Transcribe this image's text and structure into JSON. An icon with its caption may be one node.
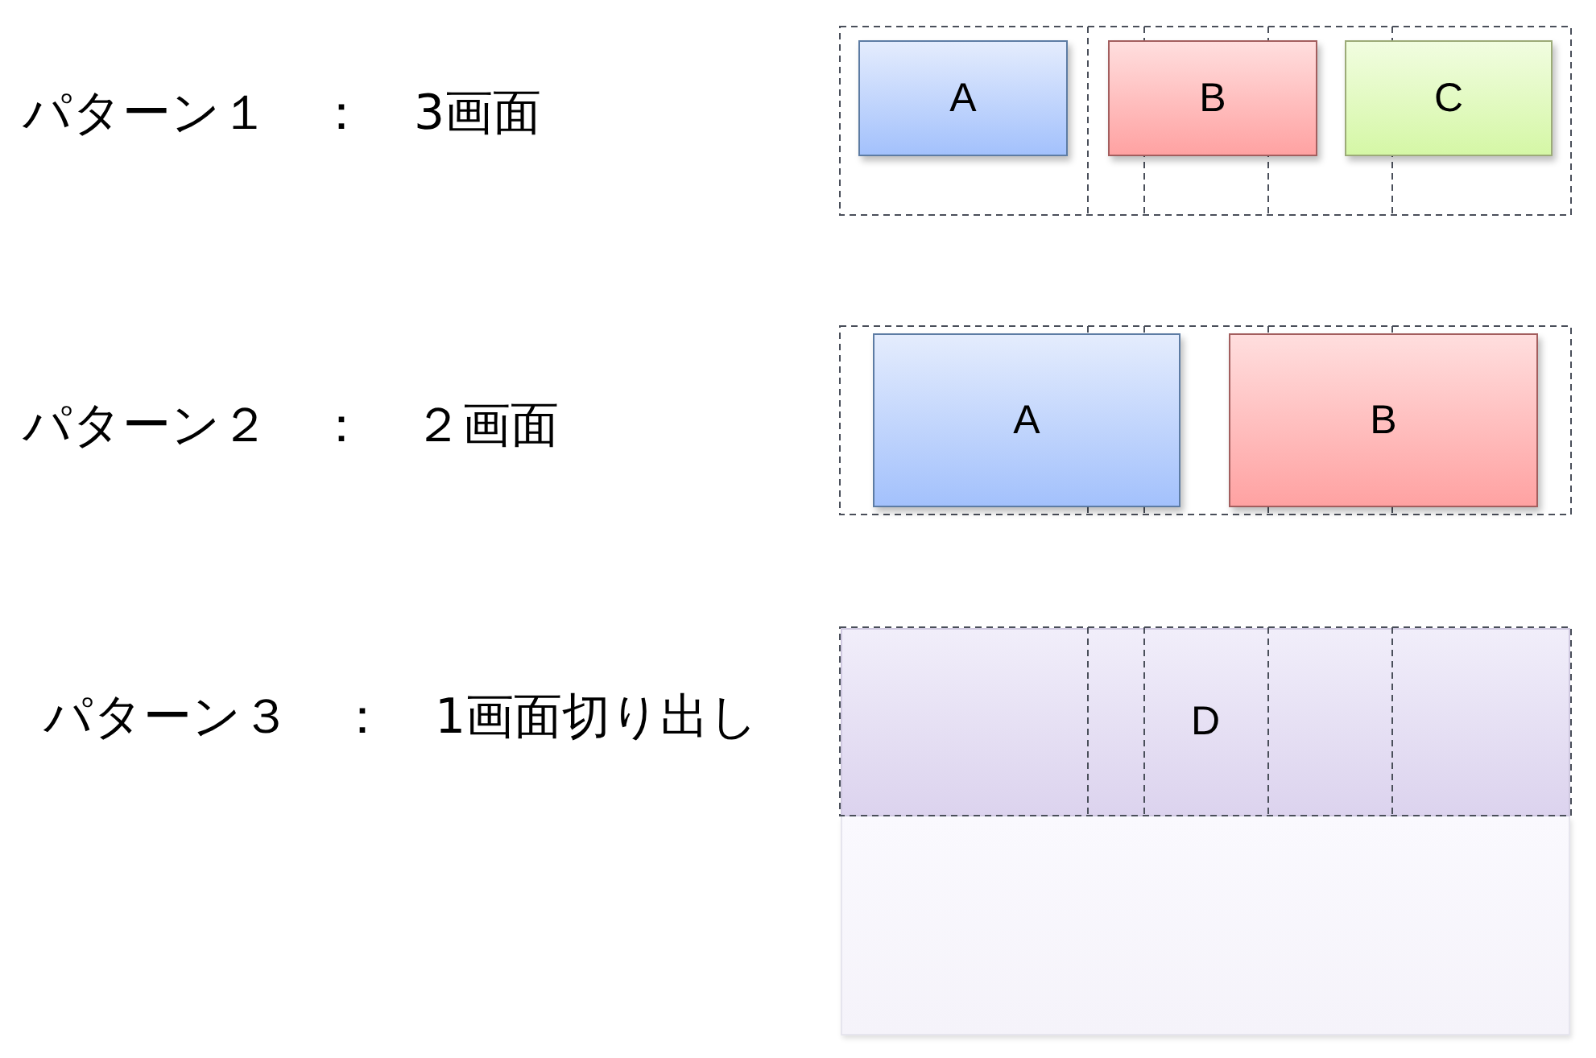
{
  "diagram": {
    "nodes": [
      {
        "text": [
          "A"
        ]
      },
      {
        "text": [
          "B"
        ]
      },
      {
        "text": [
          "C"
        ]
      },
      {
        "text": [
          "A"
        ]
      },
      {
        "text": [
          "B"
        ]
      },
      {
        "text": [
          "D"
        ]
      }
    ],
    "labels": [
      "パターン１　：　3画面",
      "パターン２　：　２画面",
      "パターン３　：　1画面切り出し"
    ]
  }
}
